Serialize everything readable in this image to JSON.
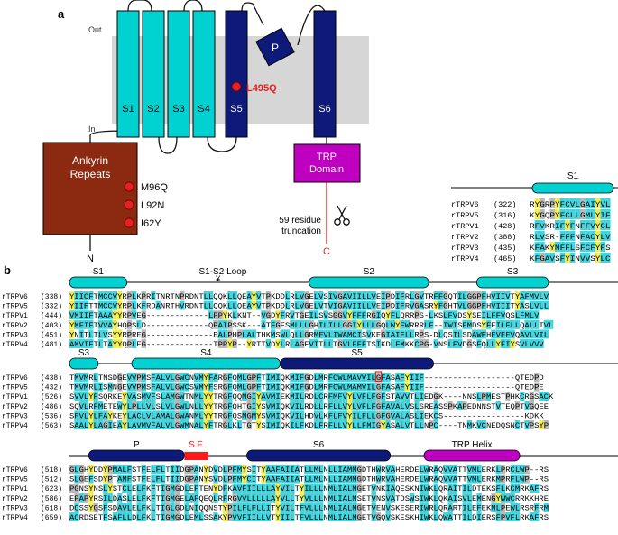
{
  "panel_a": {
    "letter": "a",
    "out_label": "Out",
    "in_label": "In",
    "helices": [
      "S1",
      "S2",
      "S3",
      "S4",
      "S5",
      "S6"
    ],
    "pore_helix": "P",
    "mutation_s5": "L495Q",
    "ankyrin_line1": "Ankyrin",
    "ankyrin_line2": "Repeats",
    "ankyrin_mutations": [
      "M96Q",
      "L92N",
      "I62Y"
    ],
    "trp_line1": "TRP",
    "trp_line2": "Domain",
    "truncation_line1": "59 residue",
    "truncation_line2": "truncation",
    "n_term": "N",
    "c_term": "C",
    "colors": {
      "cyan": "#00d2d2",
      "navy": "#0e1a7a",
      "brown": "#8b2a10",
      "magenta": "#c000c0",
      "membrane": "#d6d6d6",
      "mutation": "#e82020"
    }
  },
  "inset": {
    "header": "S1",
    "rows": [
      {
        "name": "rTRPV6",
        "pos": "(322)",
        "seq": "RYGRPYFCVLGAIYVL"
      },
      {
        "name": "rTRPV5",
        "pos": "(316)",
        "seq": "KYGQPYFCLLGMLYIF"
      },
      {
        "name": "rTRPV1",
        "pos": "(428)",
        "seq": "RFVKRIFYFNFFVYCL"
      },
      {
        "name": "rTRPV2",
        "pos": "(388)",
        "seq": "RLVSR-FFFNFACYLV"
      },
      {
        "name": "rTRPV3",
        "pos": "(435)",
        "seq": "KFAKYMFFLSFCFYFS"
      },
      {
        "name": "rTRPV4",
        "pos": "(465)",
        "seq": "KFGAVSFYINVVSYLC"
      }
    ]
  },
  "panel_b": {
    "letter": "b",
    "blocks": [
      {
        "labels": [
          {
            "text": "S1"
          },
          {
            "text": "S1-S2 Loop"
          },
          {
            "text": "S2"
          },
          {
            "text": "S3"
          }
        ],
        "mark": "¥",
        "rows": [
          {
            "name": "rTRPV6",
            "pos": "(338)",
            "seq": "YIICFTMCCVYRPLKPRITNRTNPRDNTLLQQKLLQEAYVTPKDDLRLVGELVSIVGAVIILLVEIPDIFRLGVTRFFGQTILGGPFHVIIVTYAFMVLV"
          },
          {
            "name": "rTRPV5",
            "pos": "(332)",
            "seq": "YIIFTTMCCVYRPLKFRDANRTHVRDNTLLQQKLLQEAYVTPKDDLRLVGELVTVIGAVIILLVEIPDIFRVGASRYFGHTVLGGPFHVIIITYASLVLL"
          },
          {
            "name": "rTRPV1",
            "pos": "(444)",
            "seq": "VMIIFTAAAYYRPVEG-------------LPPYKLKNT--VGDYFRVTGEILSVSGGVYFFFRGIQYFLQRRPS-LKSLFVDSYSEILFFVQSLFMLV"
          },
          {
            "name": "rTRPV2",
            "pos": "(403)",
            "seq": "YMFIFTVVAYHQPSLD-------------QPAIPSSK---ATFGESMLLLGHILILLGGIYLLLGQLWYFWRRRLF--IWISFMDSYFEILFLLQALLTVL"
          },
          {
            "name": "rTRPV3",
            "pos": "(451)",
            "seq": "YNITLTLVSYYRPREG--------------EALPHPLALTHKMSWLQLLGRMFVLIWAMCISVKEGIAIFLLRPS-DLQSILSDAWFHFVFFVQAVLVIL"
          },
          {
            "name": "rTRPV4",
            "pos": "(481)",
            "seq": "AMVIFTLTAYYQPLEG--------------TPPYP--YRTTVDYLRLAGEVITLLTGVLFFFTSIKDLFMKKCPG-VNSLFVDGSFQLLYFIYSVLVVV"
          }
        ]
      },
      {
        "labels": [
          {
            "text": "S3"
          },
          {
            "text": "S4"
          },
          {
            "text": "S5"
          }
        ],
        "rows": [
          {
            "name": "rTRPV6",
            "pos": "(438)",
            "seq": "TMVMRLTNSDGEVVPMSFALVLGWCNVMYFARGFQMLGPFTIMIQKMIFGDLMRFCWLMAVVILGFASAFYIIF-------------------QTEDPD"
          },
          {
            "name": "rTRPV5",
            "pos": "(432)",
            "seq": "TMVMRLISMNGEVVPMSFALVLGWCSVMYFSRGFQMLGPFTIMIQKMIFGDLMRFCWLMAMVILGFASAFYIIF-------------------QTEDPE"
          },
          {
            "name": "rTRPV1",
            "pos": "(526)",
            "seq": "SVVLYFSQRKEYVASMVFSLAMGWTNMLYYTRGFQQMGIYAVMIEKMILRDLCRFMFVYLVFLFGFSTAVVTLIEDGK----NNSLPMESTPHKCRGSACK"
          },
          {
            "name": "rTRPV2",
            "pos": "(486) ",
            "seq": "SQVLRFMETEWYLPLLVLSLVLGWLNLLYYTRGFQHTGIYSVMIQKVILRDLLRFLLVYLVFLFGFAVALVSLSREASSPKAPEDNNSTVTEQPTVGQEE"
          },
          {
            "name": "rTRPV3",
            "pos": "(536)",
            "seq": "SFVLYLFAYKEYLACLVLAMALGWANMLYYTRGFQSMGMYSVMIQKVILHDVLKFLFVYILFLLGFGVALASLIEKCS-----------------KDKK"
          },
          {
            "name": "rTRPV4",
            "pos": "(563)",
            "seq": "SAALYLAGIEAYLAVMVFALVLGWMNALYFTRGLKLTGTYSIMIQKILFKDLFRFLLVYLLFMIGYASALVTLLNPC----TNMKVCNEDQSNCTVPSYP"
          }
        ]
      },
      {
        "labels": [
          {
            "text": "P"
          },
          {
            "text": "S.F."
          },
          {
            "text": "S6"
          },
          {
            "text": "TRP Helix"
          }
        ],
        "rows": [
          {
            "name": "rTRPV6",
            "pos": "(518)",
            "seq": "GLGHYDDYPMALFSTFELFLTIIDGPANYDVDLPFMYSITYAAFAIIATLLMLNLLIAMMGDTHWRVAHERDELWRAQVVATTVMLERKLPRCLWP--RS"
          },
          {
            "name": "rTRPV5",
            "pos": "(512)",
            "seq": "SLGEFSDYPTAMFSTFELFLTIIDGPANYSVDLPFMYCITYAAFAIIATLLMLNLLIAMMGDTHWRVAHERDELWRAQVVATTVMLERKMPRFLWP--RS"
          },
          {
            "name": "rTRPV1",
            "pos": "(623)",
            "seq": "PGNSYNSLYSTCLELFKFTIGMGDLEFTENYDFKAVFIILLLAYVILTYILLLNMLIALMGETVNKIAQESKNIWKLQRAITILDTEKSFLKCMRKAFRS"
          },
          {
            "name": "rTRPV2",
            "pos": "(586)",
            "seq": "EPAPYRSILDASLELFKFTIGMGELAFQEQLRFRGVVLLLLLAYVLLTYVLLLNMLIALMSETVNSVATDSWSIWKLQKAISVLEMENGYWWCRRKKHRE"
          },
          {
            "name": "rTRPV3",
            "pos": "(618)",
            "seq": "DCSSYGSFSDAVLELFKLTIGLGDLNIQQNSTYPILFLFLLITYVILTFVLLLNMLIALMGETVENVSKESERIWRLQRARTILEFEKMLPEWLRSRFRM"
          },
          {
            "name": "rTRPV4",
            "pos": "(659)",
            "seq": "ACRDSETFSAFLLDLFKLTIGMGDLEMLSSAKYPVVFIILLVTYIILTFVLLLNMLIALMGETVGQVSKESKHIWKLQWATTILDIERSFPVFLRKAFRS"
          }
        ]
      }
    ]
  }
}
